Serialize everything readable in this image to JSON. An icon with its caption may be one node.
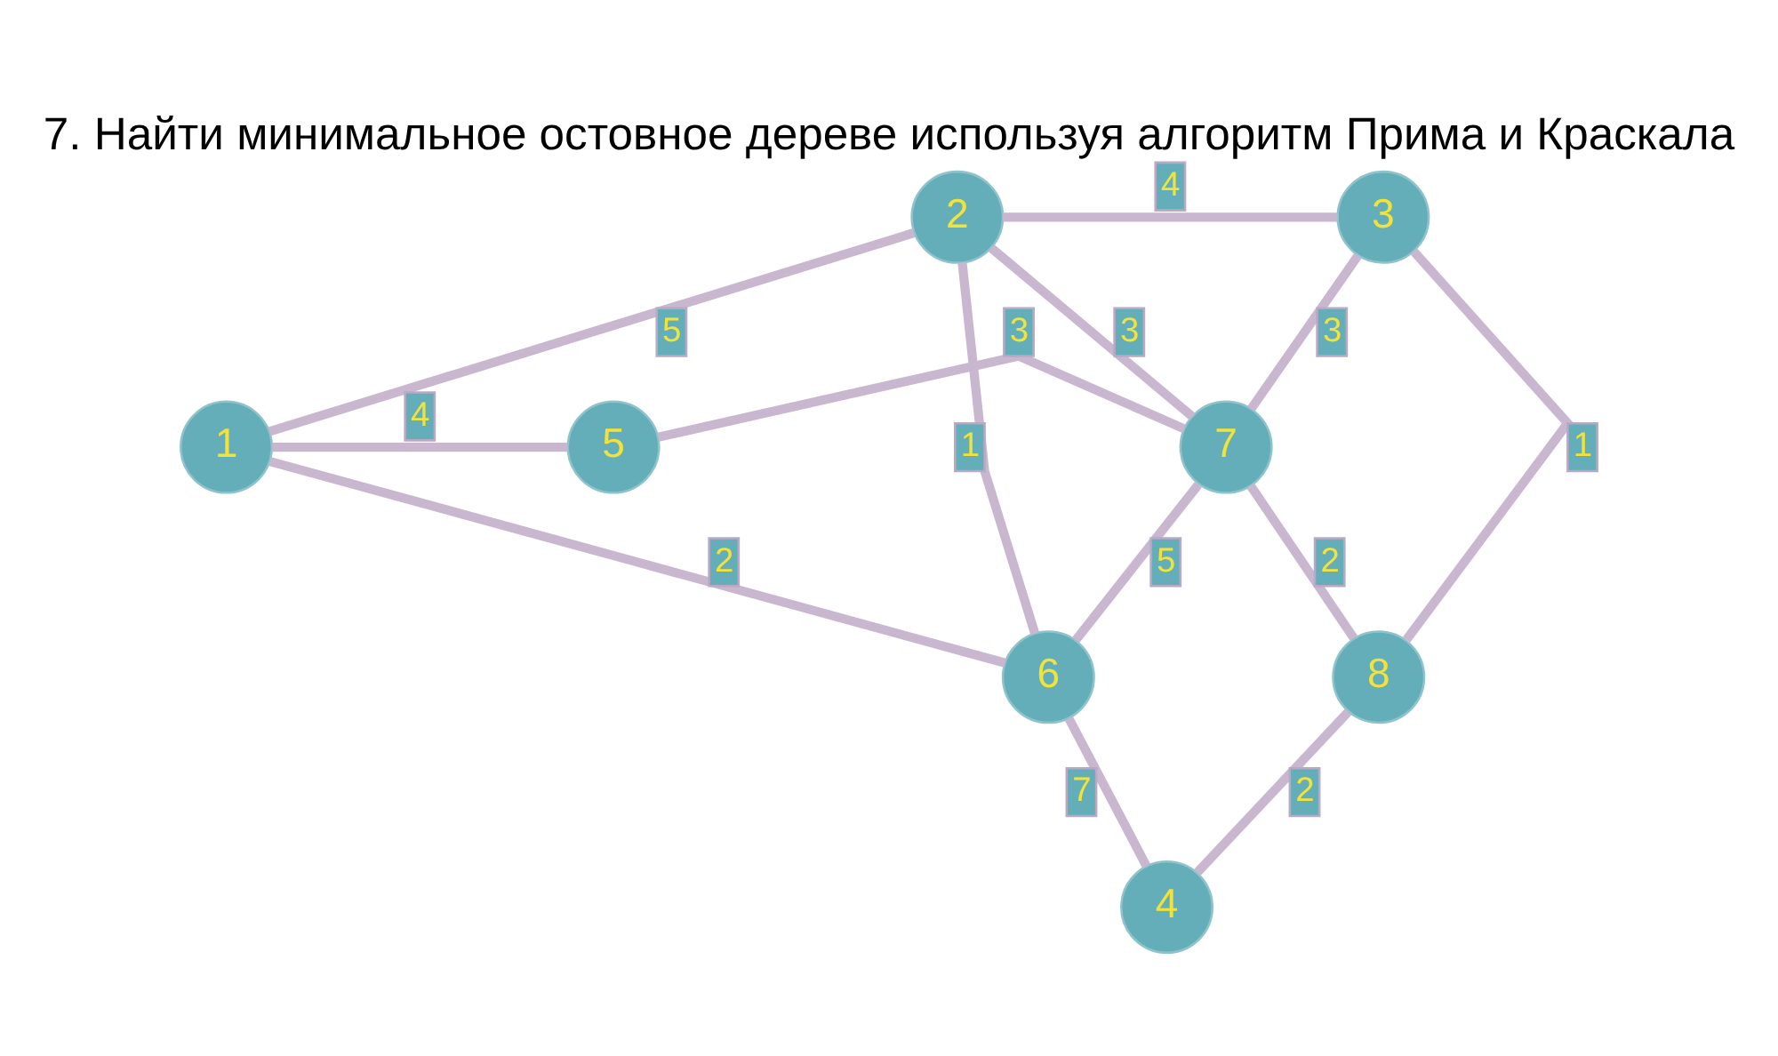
{
  "diagram": {
    "title": "7. Найти минимальное остовное дереве используя алгоритм Прима и Краскала",
    "nodes": [
      {
        "text": [
          "3"
        ]
      },
      {
        "text": [
          "2"
        ]
      },
      {
        "text": [
          "1"
        ]
      },
      {
        "text": [
          "5"
        ]
      },
      {
        "text": [
          "7"
        ]
      },
      {
        "text": [
          "6"
        ]
      },
      {
        "text": [
          "8"
        ]
      },
      {
        "text": [
          "4"
        ]
      }
    ],
    "edges": [
      {
        "from": 1,
        "to": 2,
        "arrow": "none",
        "label": "5"
      },
      {
        "from": 2,
        "to": 3,
        "arrow": "none",
        "label": "4"
      },
      {
        "from": 2,
        "to": 5,
        "arrow": "none",
        "label": "2"
      },
      {
        "from": 1,
        "to": 0,
        "arrow": "none",
        "label": "4"
      },
      {
        "from": 1,
        "to": 5,
        "arrow": "none",
        "label": "1"
      },
      {
        "from": 1,
        "to": 4,
        "arrow": "none",
        "label": "3"
      },
      {
        "from": 3,
        "to": 4,
        "arrow": "none",
        "label": "3"
      },
      {
        "from": 0,
        "to": 4,
        "arrow": "none",
        "label": "3"
      },
      {
        "from": 0,
        "to": 6,
        "arrow": "none",
        "label": "1"
      },
      {
        "from": 4,
        "to": 5,
        "arrow": "none",
        "label": "5"
      },
      {
        "from": 4,
        "to": 6,
        "arrow": "none",
        "label": "2"
      },
      {
        "from": 5,
        "to": 7,
        "arrow": "none",
        "label": "7"
      },
      {
        "from": 6,
        "to": 7,
        "arrow": "none",
        "label": "2"
      }
    ]
  }
}
